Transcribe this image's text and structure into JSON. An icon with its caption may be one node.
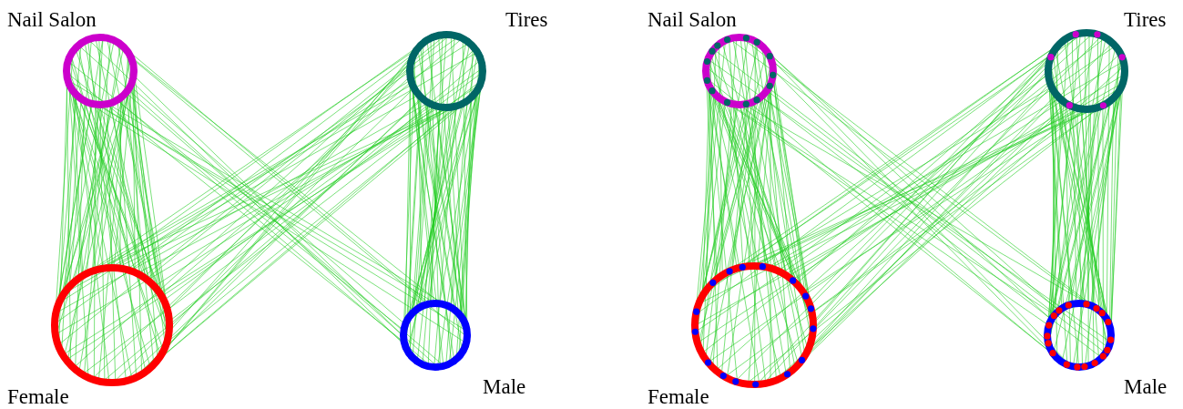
{
  "diagram": {
    "nodes": [
      {
        "text": [
          "Nail Salon"
        ]
      },
      {
        "text": [
          "Tires"
        ]
      },
      {
        "text": [
          "Female"
        ]
      },
      {
        "text": [
          "Male"
        ]
      },
      {
        "text": [
          "Nail Salon"
        ]
      },
      {
        "text": [
          "Tires"
        ]
      },
      {
        "text": [
          "Female"
        ]
      },
      {
        "text": [
          "Male"
        ]
      }
    ],
    "edges": [
      {
        "from": 0,
        "to": 2,
        "arrow": "none",
        "color": "#22cc22"
      },
      {
        "from": 0,
        "to": 3,
        "arrow": "none",
        "color": "#22cc22"
      },
      {
        "from": 1,
        "to": 2,
        "arrow": "none",
        "color": "#22cc22"
      },
      {
        "from": 1,
        "to": 3,
        "arrow": "none",
        "color": "#22cc22"
      },
      {
        "from": 4,
        "to": 6,
        "arrow": "none",
        "color": "#22cc22"
      },
      {
        "from": 4,
        "to": 7,
        "arrow": "none",
        "color": "#22cc22"
      },
      {
        "from": 5,
        "to": 6,
        "arrow": "none",
        "color": "#22cc22"
      },
      {
        "from": 5,
        "to": 7,
        "arrow": "none",
        "color": "#22cc22"
      }
    ]
  }
}
